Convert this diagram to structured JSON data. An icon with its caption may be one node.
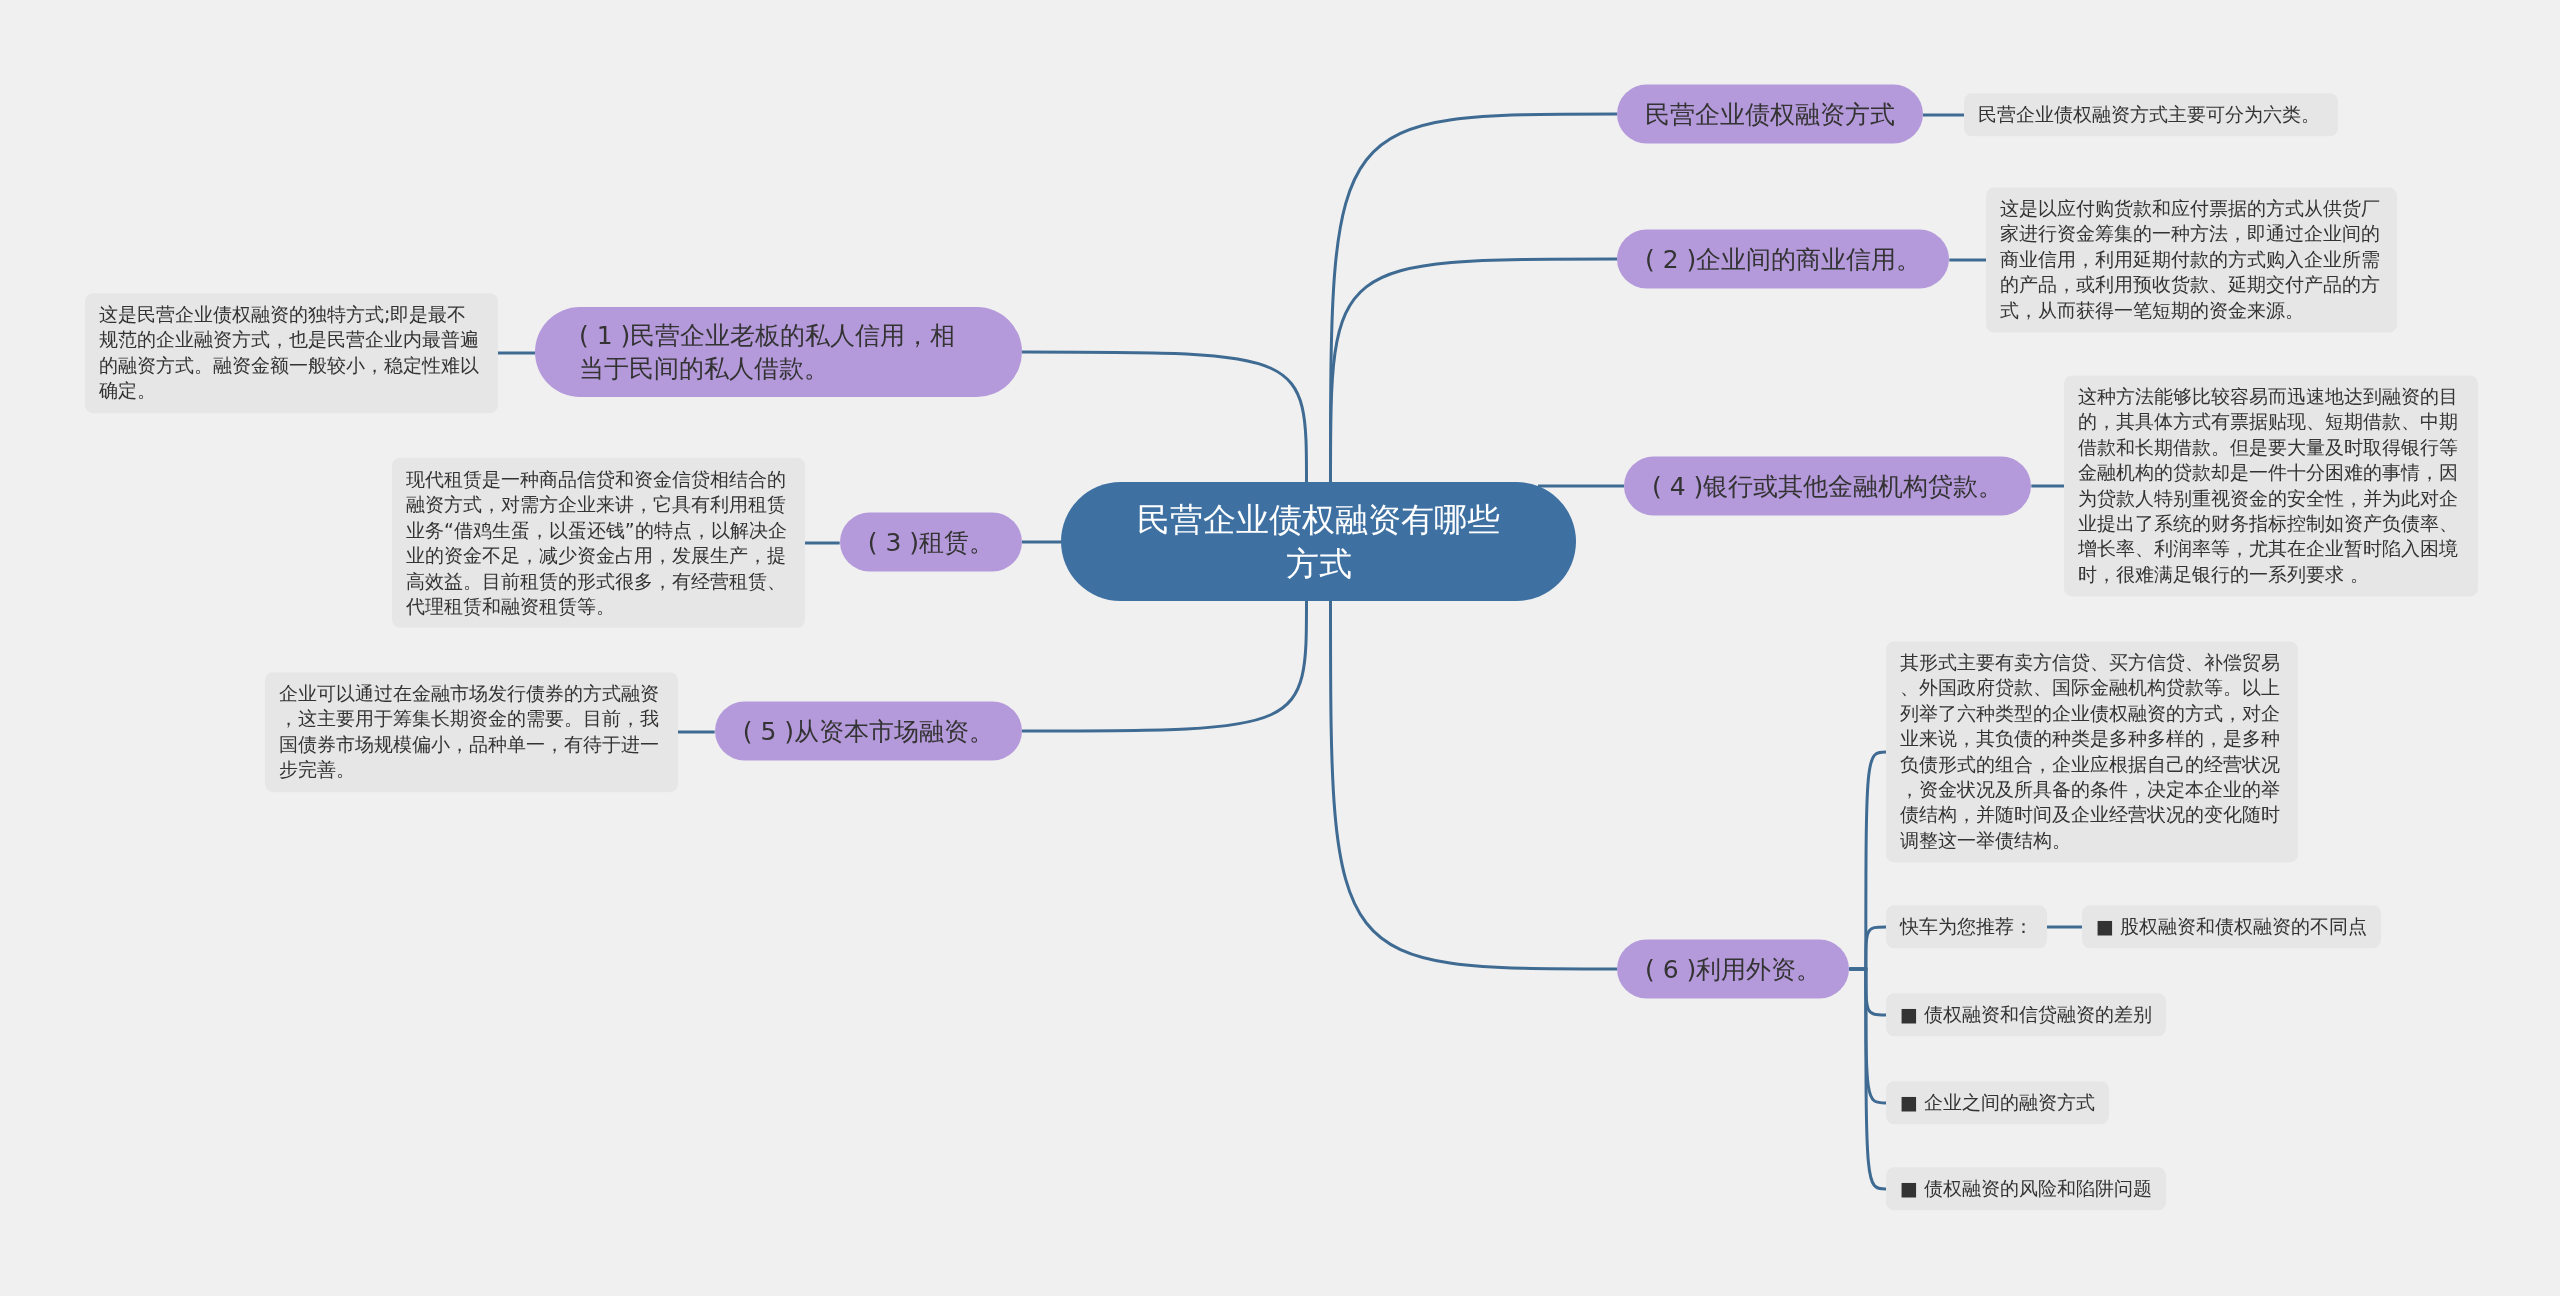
{
  "diagram": {
    "nodes": [
      {
        "text": [
          "民营企业债权融资有哪些方式"
        ]
      },
      {
        "text": [
          "民营企业债权融资方式"
        ]
      },
      {
        "text": [
          "民营企业债权融资方式主要可分为六类。"
        ]
      },
      {
        "text": [
          "( 2 )企业间的商业信用。"
        ]
      },
      {
        "text": [
          "这是以应付购货款和应付票据的方式从供货厂家进行资金筹集的一种方法，即通过企业间的商业信用，利用延期付款的方式购入企业所需的产品，或利用预收货款、延期交付产品的方式，从而获得一笔短期的资金来源。"
        ]
      },
      {
        "text": [
          "( 1 )民营企业老板的私人信用，相当于民间的私人借款。"
        ]
      },
      {
        "text": [
          "这是民营企业债权融资的独特方式;即是最不规范的企业融资方式，也是民营企业内最普遍的融资方式。融资金额一般较小，稳定性难以确定。"
        ]
      },
      {
        "text": [
          "( 4 )银行或其他金融机构贷款。"
        ]
      },
      {
        "text": [
          "这种方法能够比较容易而迅速地达到融资的目的，其具体方式有票据贴现、短期借款、中期借款和长期借款。但是要大量及时取得银行等金融机构的贷款却是一件十分困难的事情，因为贷款人特别重视资金的安全性，并为此对企业提出了系统的财务指标控制如资产负债率、增长率、利润率等，尤其在企业暂时陷入困境时，很难满足银行的一系列要求 。"
        ]
      },
      {
        "text": [
          "( 3 )租赁。"
        ]
      },
      {
        "text": [
          "现代租赁是一种商品信贷和资金信贷相结合的融资方式，对需方企业来讲，它具有利用租赁业务“借鸡生蛋，以蛋还钱”的特点，以解决企业的资金不足，减少资金占用，发展生产，提高效益。目前租赁的形式很多，有经营租赁、代理租赁和融资租赁等。"
        ]
      },
      {
        "text": [
          "( 5 )从资本市场融资。"
        ]
      },
      {
        "text": [
          "企业可以通过在金融市场发行债券的方式融资，这主要用于筹集长期资金的需要。目前，我国债券市场规模偏小，品种单一，有待于进一步完善。"
        ]
      },
      {
        "text": [
          "( 6 )利用外资。"
        ]
      },
      {
        "text": [
          "其形式主要有卖方信贷、买方信贷、补偿贸易、外国政府贷款、国际金融机构贷款等。以上列举了六种类型的企业债权融资的方式，对企业来说，其负债的种类是多种多样的，是多种负债形式的组合，企业应根据自己的经营状况，资金状况及所具备的条件，决定本企业的举债结构，并随时间及企业经营状况的变化随时调整这一举债结构。"
        ]
      },
      {
        "text": [
          "快车为您推荐："
        ]
      },
      {
        "text": [
          "■ 股权融资和债权融资的不同点"
        ]
      },
      {
        "text": [
          "■ 债权融资和信贷融资的差别"
        ]
      },
      {
        "text": [
          "■ 企业之间的融资方式"
        ]
      },
      {
        "text": [
          "■ 债权融资的风险和陷阱问题"
        ]
      }
    ],
    "edges": [
      {
        "from": 0,
        "to": 1,
        "arrow": "none"
      },
      {
        "from": 1,
        "to": 2,
        "arrow": "none"
      },
      {
        "from": 0,
        "to": 3,
        "arrow": "none"
      },
      {
        "from": 3,
        "to": 4,
        "arrow": "none"
      },
      {
        "from": 0,
        "to": 5,
        "arrow": "none"
      },
      {
        "from": 5,
        "to": 6,
        "arrow": "none"
      },
      {
        "from": 0,
        "to": 7,
        "arrow": "none"
      },
      {
        "from": 7,
        "to": 8,
        "arrow": "none"
      },
      {
        "from": 0,
        "to": 9,
        "arrow": "none"
      },
      {
        "from": 9,
        "to": 10,
        "arrow": "none"
      },
      {
        "from": 0,
        "to": 11,
        "arrow": "none"
      },
      {
        "from": 11,
        "to": 12,
        "arrow": "none"
      },
      {
        "from": 0,
        "to": 13,
        "arrow": "none"
      },
      {
        "from": 13,
        "to": 14,
        "arrow": "none"
      },
      {
        "from": 13,
        "to": 15,
        "arrow": "none"
      },
      {
        "from": 15,
        "to": 16,
        "arrow": "none"
      },
      {
        "from": 13,
        "to": 17,
        "arrow": "none"
      },
      {
        "from": 13,
        "to": 18,
        "arrow": "none"
      },
      {
        "from": 13,
        "to": 19,
        "arrow": "none"
      }
    ]
  }
}
